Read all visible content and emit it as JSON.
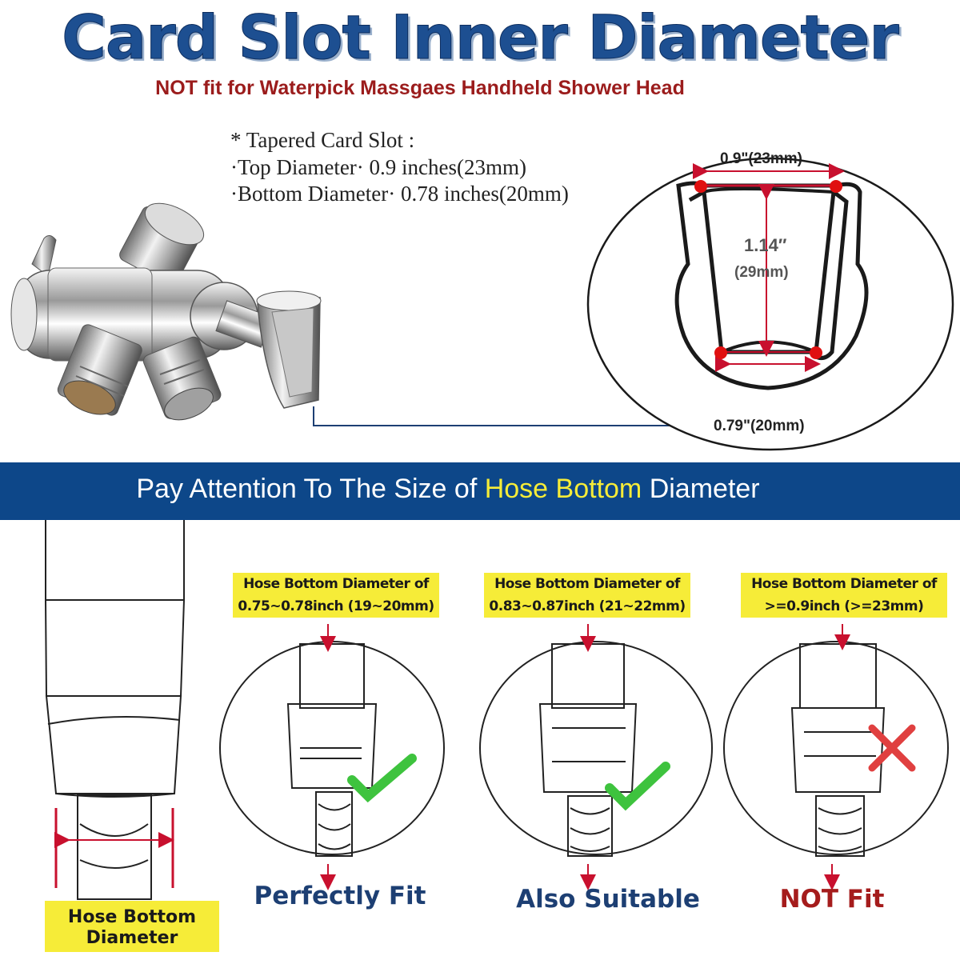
{
  "header": {
    "title": "Card Slot Inner Diameter",
    "subtitle": "NOT fit for Waterpick Massgaes Handheld Shower Head"
  },
  "spec": {
    "heading": "* Tapered Card Slot :",
    "top": "·Top Diameter· 0.9 inches(23mm)",
    "bottom": "·Bottom Diameter· 0.78 inches(20mm)"
  },
  "slot_diagram": {
    "top_width": "0.9\"(23mm)",
    "height_in": "1.14″",
    "height_mm": "(29mm)",
    "bottom_width": "0.79\"(20mm)"
  },
  "banner": {
    "prefix": "Pay Attention To The Size of ",
    "highlight": "Hose Bottom",
    "suffix": " Diameter"
  },
  "hose_label": {
    "line1": "Hose Bottom",
    "line2": "Diameter"
  },
  "options": [
    {
      "label_line1": "Hose Bottom Diameter of",
      "label_line2": "0.75~0.78inch (19~20mm)",
      "verdict": "Perfectly Fit",
      "icon": "check-icon"
    },
    {
      "label_line1": "Hose Bottom Diameter of",
      "label_line2": "0.83~0.87inch (21~22mm)",
      "verdict": "Also Suitable",
      "icon": "check-icon"
    },
    {
      "label_line1": "Hose Bottom Diameter of",
      "label_line2": ">=0.9inch (>=23mm)",
      "verdict": "NOT Fit",
      "icon": "cross-icon"
    }
  ],
  "colors": {
    "title_blue": "#1d4f91",
    "subtitle_red": "#9b1c1c",
    "banner_blue": "#0d4789",
    "highlight_yellow": "#f6ec38",
    "fit_blue": "#1d3f73",
    "not_fit_red": "#a51c1c",
    "check_green": "#3ec33e",
    "cross_red": "#e04040",
    "arrow_red": "#c8102e"
  }
}
